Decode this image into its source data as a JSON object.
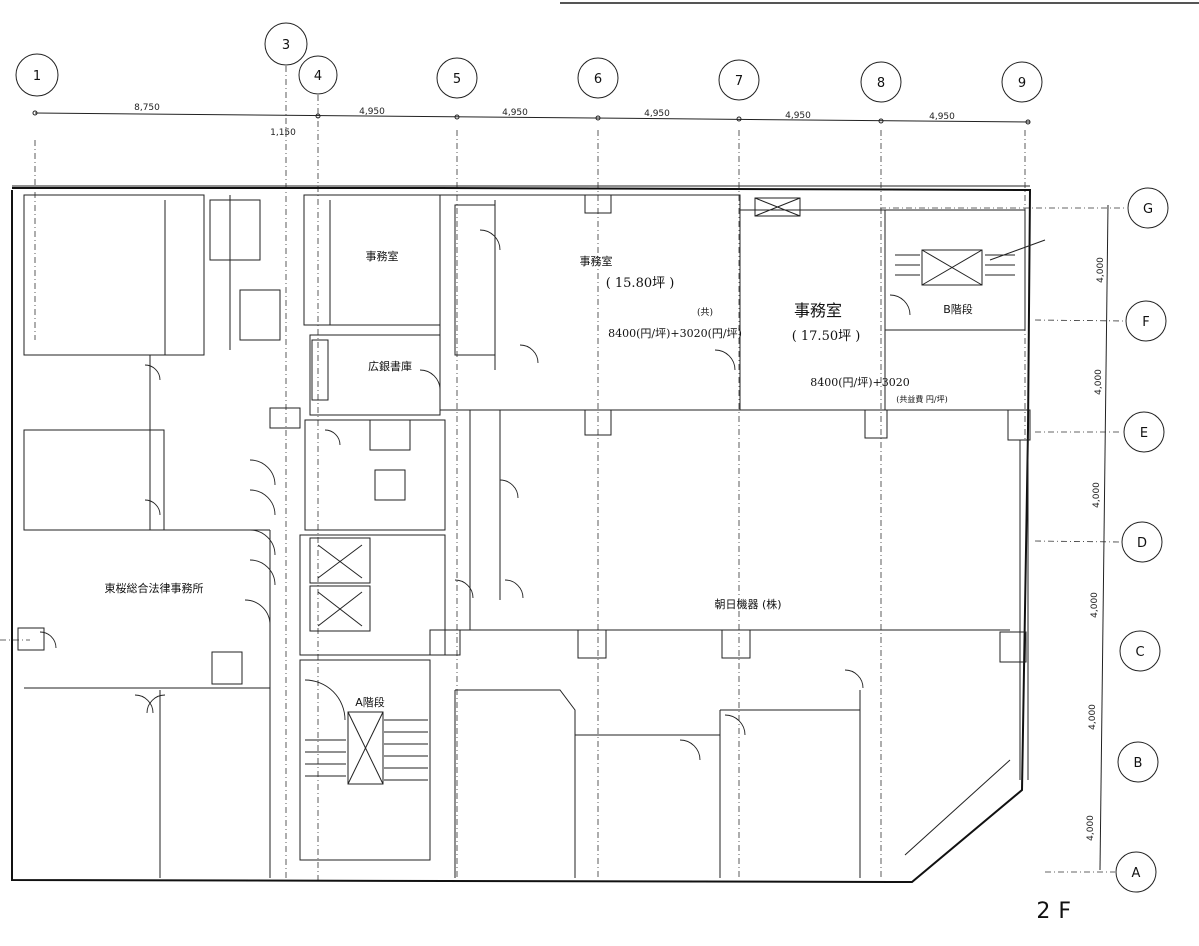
{
  "grid_columns": [
    "1",
    "3",
    "4",
    "5",
    "6",
    "7",
    "8",
    "9"
  ],
  "grid_rows": [
    "G",
    "F",
    "E",
    "D",
    "C",
    "B",
    "A"
  ],
  "dimensions_horizontal": [
    "8,750",
    "4,950",
    "4,950",
    "4,950",
    "4,950",
    "4,950"
  ],
  "dimension_small": "1,150",
  "dimensions_vertical": [
    "4,000",
    "4,000",
    "4,000",
    "4,000",
    "4,000",
    "4,000"
  ],
  "rooms": {
    "office_1": "事務室",
    "office_2": "事務室",
    "office_2_area": "( 15.80坪 )",
    "office_2_rent": "8400(円/坪)+3020(円/坪)",
    "office_2_note": "(共)",
    "office_3": "事務室",
    "office_3_area": "( 17.50坪 )",
    "office_3_rent": "8400(円/坪)+3020",
    "office_3_note": "(共益費 円/坪)",
    "storage": "広銀書庫",
    "law_office": "東桜総合法律事務所",
    "tenant": "朝日機器 (株)",
    "stair_a": "A階段",
    "stair_b": "B階段"
  },
  "floor": "2F"
}
